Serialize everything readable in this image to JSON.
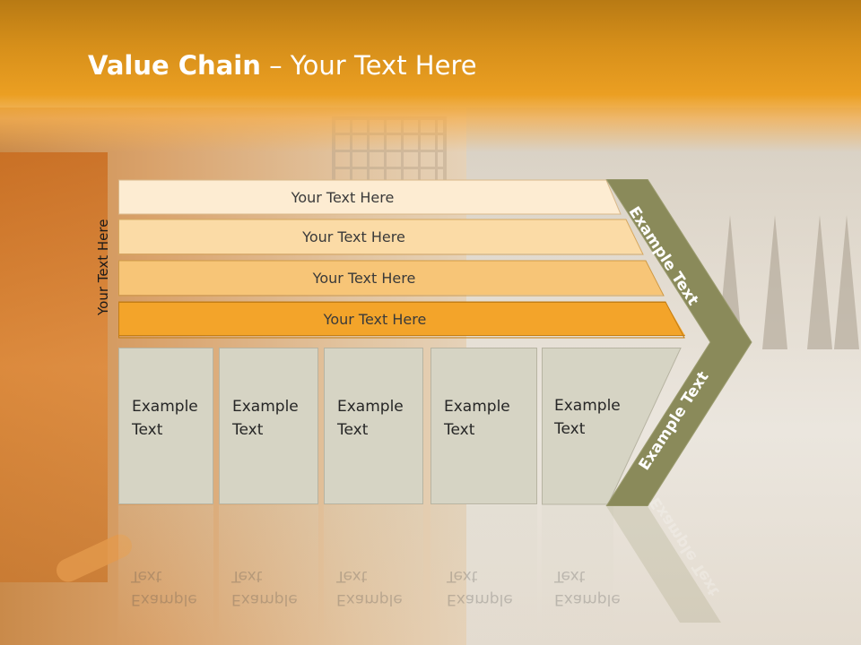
{
  "slide": {
    "title_bold": "Value Chain",
    "title_rest": " – Your Text Here",
    "side_label": "Your Text Here"
  },
  "bars": [
    {
      "label": "Your Text Here",
      "color": "#fdecd2"
    },
    {
      "label": "Your Text Here",
      "color": "#fbdba6"
    },
    {
      "label": "Your Text Here",
      "color": "#f7c577"
    },
    {
      "label": "Your Text Here",
      "color": "#f3a42a"
    }
  ],
  "boxes": [
    {
      "label": "Example\nText"
    },
    {
      "label": "Example\nText"
    },
    {
      "label": "Example\nText"
    },
    {
      "label": "Example\nText"
    },
    {
      "label": "Example\nText"
    }
  ],
  "chevron": {
    "upper_label": "Example Text",
    "lower_label": "Example Text",
    "color": "#8a8a5a"
  },
  "colors": {
    "header": "#eb9f22",
    "box_fill": "#d6d4c4"
  }
}
